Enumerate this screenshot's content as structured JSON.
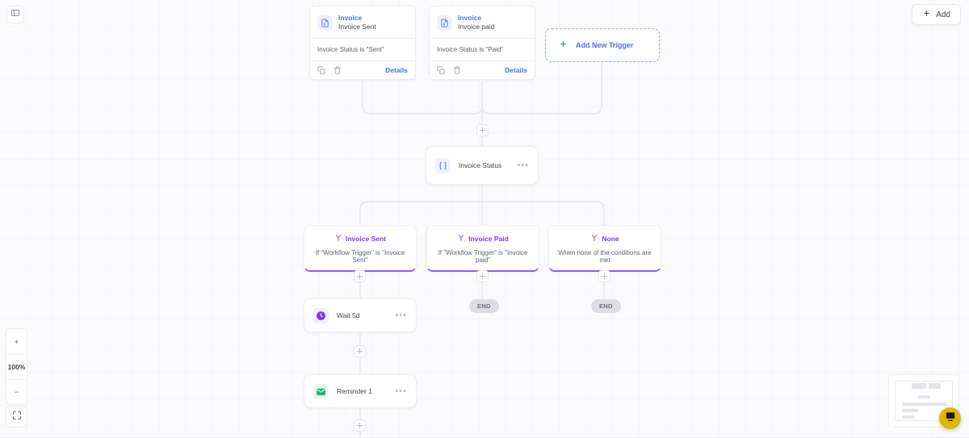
{
  "toolbar": {
    "panel_toggle_icon": "panel-layout-icon",
    "add_label": "Add",
    "add_icon": "plus-icon"
  },
  "zoom_controls": {
    "zoom_in_label": "+",
    "zoom_level": "100%",
    "zoom_out_label": "−",
    "fit_icon": "fit-screen-icon"
  },
  "triggers": [
    {
      "app": "Invoice",
      "name": "Invoice Sent",
      "condition": "Invoice Status is \"Sent\"",
      "icon": "invoice-document-icon",
      "copy_icon": "copy-icon",
      "delete_icon": "trash-icon",
      "details_label": "Details"
    },
    {
      "app": "Invoice",
      "name": "Invoice paid",
      "condition": "Invoice Status is \"Paid\"",
      "icon": "invoice-document-icon",
      "copy_icon": "copy-icon",
      "delete_icon": "trash-icon",
      "details_label": "Details"
    }
  ],
  "add_trigger": {
    "label": "Add New Trigger",
    "icon": "plus-icon"
  },
  "condition_node": {
    "label": "Invoice Status",
    "icon": "curly-braces-icon",
    "menu_icon": "ellipsis-icon"
  },
  "branches": [
    {
      "title": "Invoice Sent",
      "description": "If \"Workflow Trigger\" is \"Invoice Sent\"",
      "icon": "branch-icon"
    },
    {
      "title": "Invoice Paid",
      "description": "If \"Workflow Trigger\" is \"Invoice paid\"",
      "icon": "branch-icon"
    },
    {
      "title": "None",
      "description": "When none of the conditions are met",
      "icon": "branch-icon"
    }
  ],
  "actions": [
    {
      "label": "Wait 5d",
      "icon": "clock-icon",
      "menu_icon": "ellipsis-icon"
    },
    {
      "label": "Reminder 1",
      "icon": "mail-icon",
      "menu_icon": "ellipsis-icon"
    }
  ],
  "end_badges": [
    {
      "label": "END"
    },
    {
      "label": "END"
    }
  ],
  "chat_widget": {
    "icon": "chat-icon",
    "color": "#e3b505"
  },
  "colors": {
    "accent_blue": "#4f6ef7",
    "branch_purple": "#8b5cf6",
    "canvas_bg": "#fafafc",
    "edge": "#e4e5ea",
    "end_badge_bg": "#dcdee3",
    "mail_green": "#12b76a"
  }
}
